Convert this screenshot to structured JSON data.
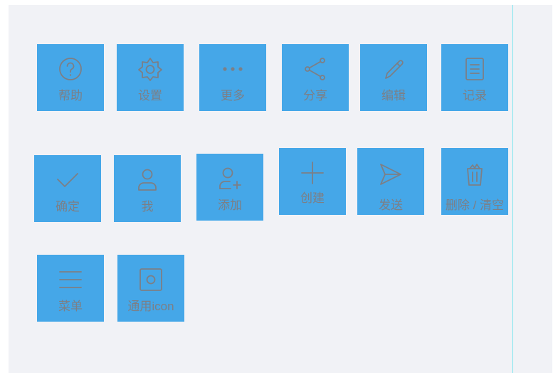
{
  "colors": {
    "background": "#f1f2f6",
    "tile": "#45a7e8",
    "icon": "#7c7f86",
    "guide": "#7fe6ee"
  },
  "icons": {
    "row1": [
      {
        "icon": "help-icon",
        "label": "帮助"
      },
      {
        "icon": "settings-icon",
        "label": "设置"
      },
      {
        "icon": "more-icon",
        "label": "更多"
      },
      {
        "icon": "share-icon",
        "label": "分享"
      },
      {
        "icon": "edit-icon",
        "label": "编辑"
      },
      {
        "icon": "record-icon",
        "label": "记录"
      }
    ],
    "row2": [
      {
        "icon": "confirm-icon",
        "label": "确定"
      },
      {
        "icon": "user-icon",
        "label": "我"
      },
      {
        "icon": "add-user-icon",
        "label": "添加"
      },
      {
        "icon": "create-icon",
        "label": "创建"
      },
      {
        "icon": "send-icon",
        "label": "发送"
      },
      {
        "icon": "delete-icon",
        "label": "删除 / 清空"
      }
    ],
    "row3": [
      {
        "icon": "menu-icon",
        "label": "菜单"
      },
      {
        "icon": "generic-icon",
        "label": "通用icon"
      }
    ]
  }
}
